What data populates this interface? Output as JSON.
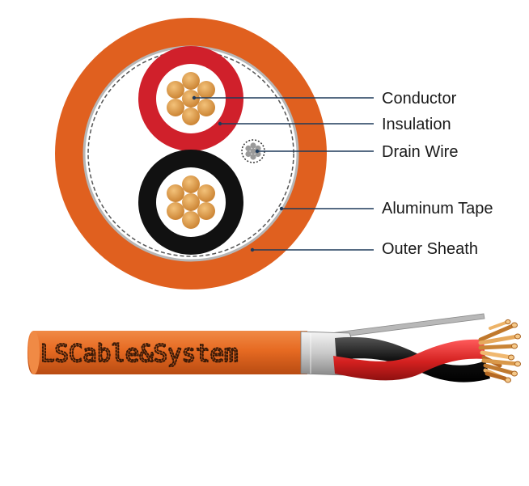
{
  "labels": {
    "conductor": "Conductor",
    "insulation": "Insulation",
    "drain_wire": "Drain Wire",
    "aluminum_tape": "Aluminum Tape",
    "outer_sheath": "Outer Sheath"
  },
  "brand_text": "LSCable&System",
  "colors": {
    "outer_sheath": "#E0601F",
    "inner_fill": "#FFFFFF",
    "red_insulation": "#D0202B",
    "black_insulation": "#111111",
    "copper": "#D89440",
    "drain_wire": "#9A9A9A",
    "leader_line": "#1F3A5A",
    "label_text": "#1A1A1A"
  }
}
